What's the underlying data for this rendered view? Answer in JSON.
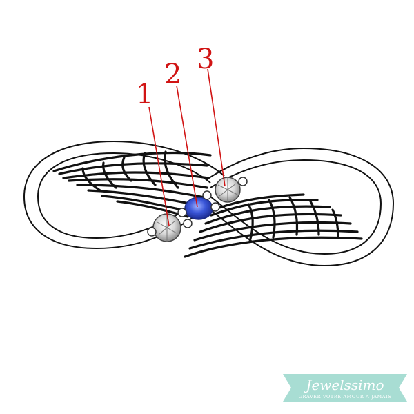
{
  "callouts": [
    {
      "label": "1"
    },
    {
      "label": "2"
    },
    {
      "label": "3"
    }
  ],
  "brand": {
    "name": "Jewelssimo",
    "tagline": "GRAVER VOTRE AMOUR A JAMAIS",
    "ribbon_color": "#a8ddd3"
  },
  "colors": {
    "outline": "#111111",
    "stone_center": "#3a56d8",
    "callout": "#d11414"
  },
  "icons": [
    "infinity-ring-icon",
    "wing-icon",
    "diamond-icon",
    "sapphire-icon"
  ]
}
